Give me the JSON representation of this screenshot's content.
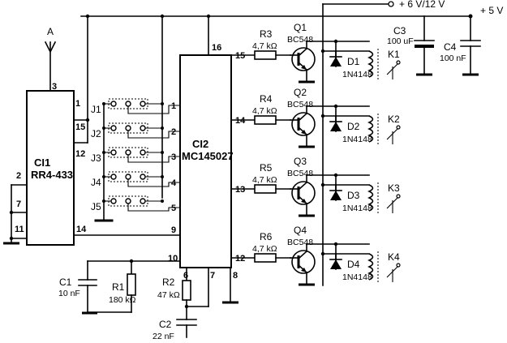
{
  "supply": {
    "vrel": "+ 6 V/12 V",
    "v5": "+ 5 V"
  },
  "antenna": {
    "label": "A"
  },
  "ic1": {
    "ref": "CI1",
    "part": "RR4-433",
    "pins": {
      "p3": "3",
      "p1": "1",
      "p15": "15",
      "p12": "12",
      "p2": "2",
      "p7": "7",
      "p11": "11",
      "p14": "14"
    }
  },
  "ic2": {
    "ref": "CI2",
    "part": "MC145027",
    "pins": {
      "p16": "16",
      "p15": "15",
      "p14": "14",
      "p13": "13",
      "p12": "12",
      "p1": "1",
      "p2": "2",
      "p3": "3",
      "p4": "4",
      "p5": "5",
      "p9": "9",
      "p10": "10",
      "p6": "6",
      "p7": "7",
      "p8": "8"
    }
  },
  "jumpers": [
    "J1",
    "J2",
    "J3",
    "J4",
    "J5"
  ],
  "channels": [
    {
      "r": "R3",
      "rv": "4,7 kΩ",
      "q": "Q1",
      "qp": "BC548",
      "d": "D1",
      "dp": "1N4148",
      "k": "K1"
    },
    {
      "r": "R4",
      "rv": "4,7 kΩ",
      "q": "Q2",
      "qp": "BC548",
      "d": "D2",
      "dp": "1N4148",
      "k": "K2"
    },
    {
      "r": "R5",
      "rv": "4,7 kΩ",
      "q": "Q3",
      "qp": "BC548",
      "d": "D3",
      "dp": "1N4148",
      "k": "K3"
    },
    {
      "r": "R6",
      "rv": "4,7 kΩ",
      "q": "Q4",
      "qp": "BC548",
      "d": "D4",
      "dp": "1N4148",
      "k": "K4"
    }
  ],
  "passives": {
    "c1": {
      "ref": "C1",
      "val": "10 nF"
    },
    "r1": {
      "ref": "R1",
      "val": "180 kΩ"
    },
    "r2": {
      "ref": "R2",
      "val": "47 kΩ"
    },
    "c2": {
      "ref": "C2",
      "val": "22 nF"
    },
    "c3": {
      "ref": "C3",
      "val": "100 uF"
    },
    "c4": {
      "ref": "C4",
      "val": "100 nF"
    }
  }
}
